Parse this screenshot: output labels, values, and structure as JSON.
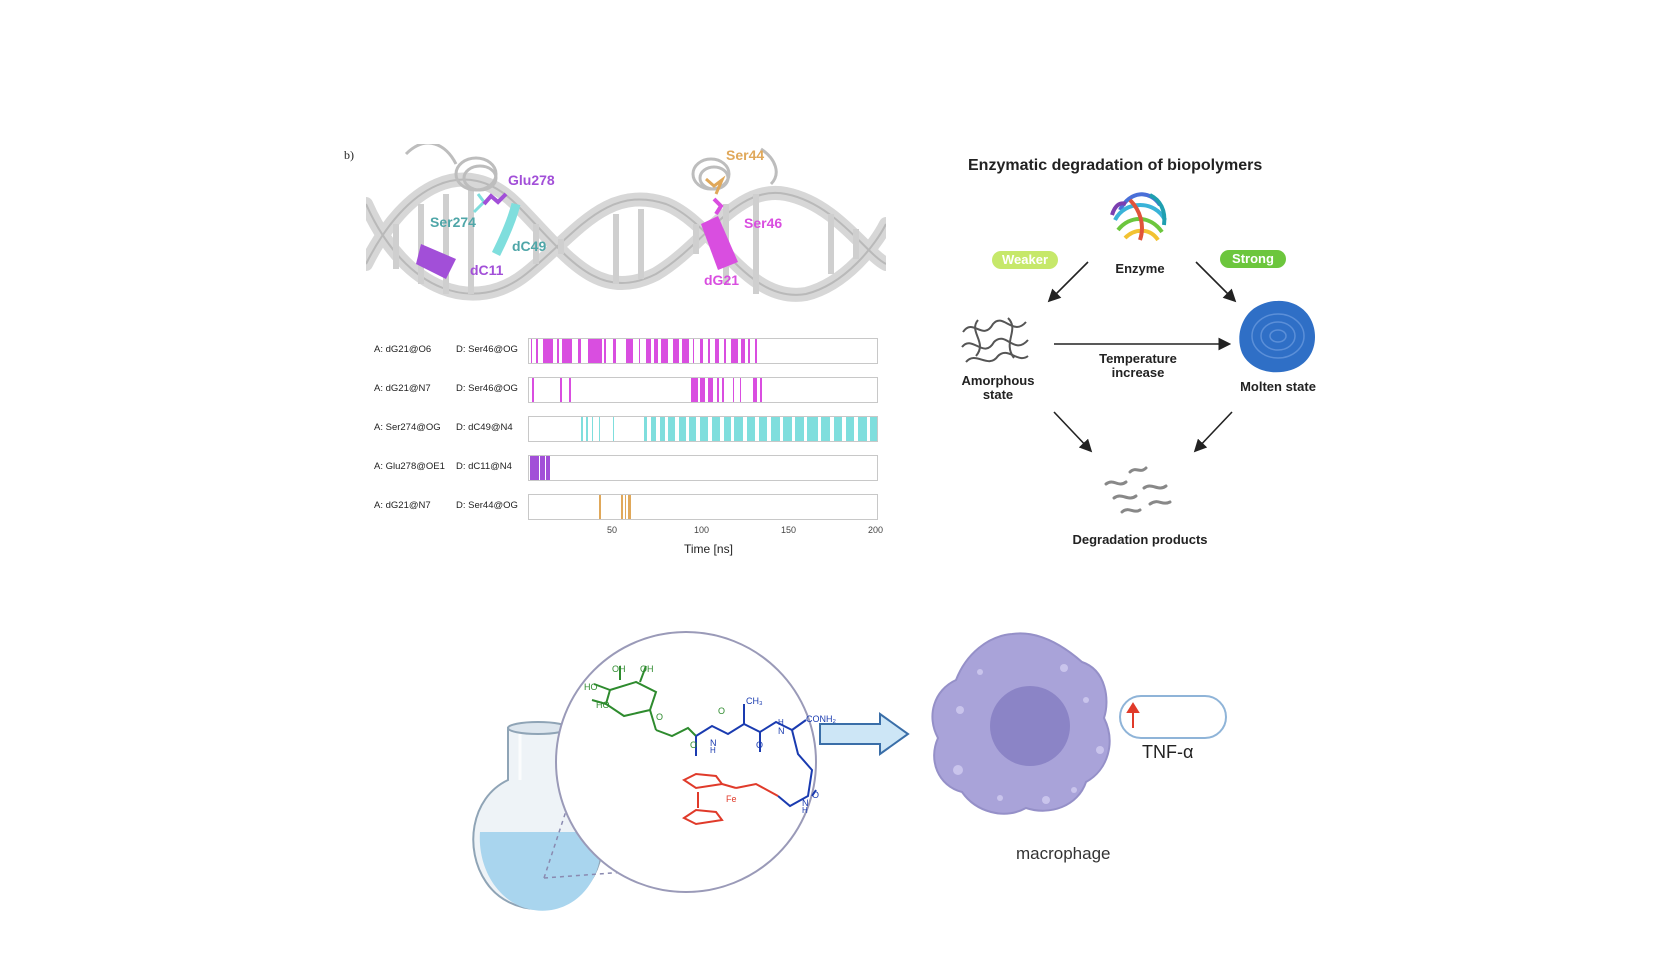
{
  "panel_b": {
    "label": "b)",
    "structure_labels": {
      "glu278": "Glu278",
      "ser274": "Ser274",
      "dc49": "dC49",
      "dc11": "dC11",
      "ser44": "Ser44",
      "ser46": "Ser46",
      "dg21": "dG21"
    },
    "colors": {
      "magenta": "#d94ee0",
      "purple": "#a24fd8",
      "cyan": "#7fdedd",
      "orange": "#e0a85a",
      "teal_text": "#4fa6a8"
    }
  },
  "chart_data": {
    "type": "event-raster",
    "xlabel": "Time [ns]",
    "xlim": [
      0,
      200
    ],
    "xticks": [
      50,
      100,
      150,
      200
    ],
    "tracks": [
      {
        "acceptor": "A: dG21@O6",
        "donor": "D: Ser46@OG",
        "color": "#d94ee0",
        "intervals": [
          [
            1,
            1.6
          ],
          [
            4,
            5
          ],
          [
            8,
            14
          ],
          [
            16,
            17.5
          ],
          [
            19,
            25
          ],
          [
            28,
            30
          ],
          [
            34,
            42
          ],
          [
            43,
            44.5
          ],
          [
            48,
            50
          ],
          [
            56,
            60
          ],
          [
            63,
            64
          ],
          [
            67,
            70
          ],
          [
            72,
            74
          ],
          [
            76,
            80
          ],
          [
            83,
            86
          ],
          [
            88,
            92
          ],
          [
            94,
            95
          ],
          [
            98,
            100
          ],
          [
            103,
            104
          ],
          [
            107,
            109
          ],
          [
            112,
            113
          ],
          [
            116,
            120
          ],
          [
            122,
            124
          ],
          [
            126,
            127
          ],
          [
            130,
            131
          ]
        ]
      },
      {
        "acceptor": "A: dG21@N7",
        "donor": "D: Ser46@OG",
        "color": "#d94ee0",
        "intervals": [
          [
            2,
            3
          ],
          [
            18,
            19
          ],
          [
            23,
            24
          ],
          [
            93,
            97
          ],
          [
            98,
            101
          ],
          [
            103,
            106
          ],
          [
            108,
            109
          ],
          [
            111,
            112
          ],
          [
            117,
            118
          ],
          [
            121,
            122
          ],
          [
            129,
            131
          ],
          [
            133,
            134
          ]
        ]
      },
      {
        "acceptor": "A: Ser274@OG",
        "donor": "D: dC49@N4",
        "color": "#7fdedd",
        "intervals": [
          [
            30,
            31
          ],
          [
            33,
            34
          ],
          [
            36,
            37
          ],
          [
            40,
            41
          ],
          [
            48,
            49
          ],
          [
            66,
            68
          ],
          [
            70,
            73
          ],
          [
            75,
            78
          ],
          [
            80,
            84
          ],
          [
            86,
            90
          ],
          [
            92,
            96
          ],
          [
            98,
            103
          ],
          [
            105,
            110
          ],
          [
            112,
            116
          ],
          [
            118,
            123
          ],
          [
            125,
            130
          ],
          [
            132,
            137
          ],
          [
            139,
            144
          ],
          [
            146,
            151
          ],
          [
            153,
            158
          ],
          [
            160,
            166
          ],
          [
            168,
            173
          ],
          [
            175,
            180
          ],
          [
            182,
            187
          ],
          [
            189,
            194
          ],
          [
            196,
            200
          ]
        ]
      },
      {
        "acceptor": "A: Glu278@OE1",
        "donor": "D: dC11@N4",
        "color": "#a24fd8",
        "intervals": [
          [
            0.5,
            6
          ],
          [
            6.5,
            9
          ],
          [
            9.5,
            12
          ]
        ]
      },
      {
        "acceptor": "A: dG21@N7",
        "donor": "D: Ser44@OG",
        "color": "#e0a85a",
        "intervals": [
          [
            40,
            41.5
          ],
          [
            53,
            54
          ],
          [
            55,
            56
          ],
          [
            57,
            58.5
          ]
        ]
      }
    ]
  },
  "degradation": {
    "title": "Enzymatic degradation of biopolymers",
    "enzyme_label": "Enzyme",
    "weaker_label": "Weaker",
    "strong_label": "Strong",
    "amorphous_label_1": "Amorphous",
    "amorphous_label_2": "state",
    "temperature_label_1": "Temperature",
    "temperature_label_2": "increase",
    "molten_label": "Molten state",
    "products_label": "Degradation products",
    "colors": {
      "weaker_pill": "#c6e86a",
      "strong_pill": "#6cc63d",
      "molten": "#2f6fc6"
    }
  },
  "bottom": {
    "macrophage_label": "macrophage",
    "tnf_label": "TNF-α",
    "molecule_labels": {
      "oh1": "OH",
      "oh2": "OH",
      "ho1": "HO",
      "ho2": "HO",
      "ch3": "CH₃",
      "conh2": "CONH₂",
      "n1": "N",
      "n2": "N",
      "n3": "N",
      "h1": "H",
      "h2": "H",
      "h3": "H",
      "o1": "O",
      "o2": "O",
      "o3": "O",
      "o4": "O",
      "o5": "O",
      "fe": "Fe"
    },
    "colors": {
      "sugar": "#2e8b2e",
      "peptide": "#1a3bb0",
      "ferrocene": "#e03a2a",
      "macrophage": "#a9a3d9",
      "nucleus": "#8b84c6",
      "flask_liquid": "#a9d5ee"
    }
  }
}
